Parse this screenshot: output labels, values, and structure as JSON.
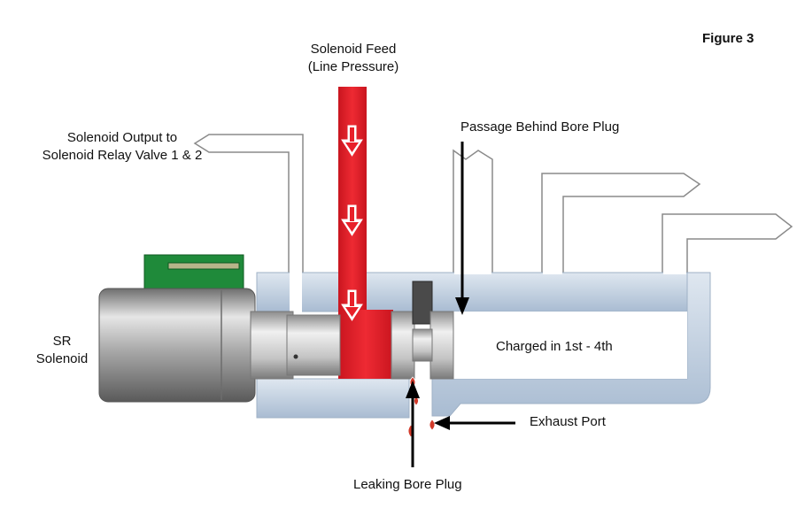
{
  "figure": {
    "label": "Figure 3"
  },
  "labels": {
    "feed_line1": "Solenoid Feed",
    "feed_line2": "(Line Pressure)",
    "output_line1": "Solenoid Output to",
    "output_line2": "Solenoid Relay Valve 1 & 2",
    "passage": "Passage Behind Bore Plug",
    "solenoid_line1": "SR",
    "solenoid_line2": "Solenoid",
    "charged": "Charged in 1st - 4th",
    "exhaust": "Exhaust Port",
    "leaking": "Leaking Bore Plug"
  },
  "colors": {
    "feed_red": "#e8202a",
    "passage_blue": "#bccbdc",
    "passage_outline": "#9fb1c6",
    "solenoid_grey": "#9a9a9a",
    "connector_green": "#1f8a3a",
    "oil_drop": "#d23a2a"
  },
  "icons": [
    "down-arrow-icon",
    "oil-drop-icon",
    "pointer-arrow-icon"
  ]
}
